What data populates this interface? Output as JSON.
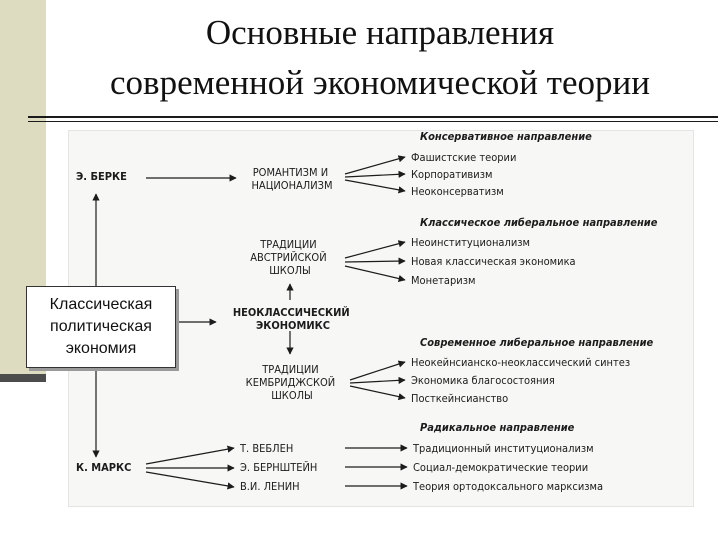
{
  "slide": {
    "title_lines": [
      "Основные направления",
      "современной экономической теории"
    ],
    "box_lines": [
      "Классическая",
      "политическая",
      "экономия"
    ]
  },
  "diagram": {
    "left_nodes": [
      "Э. БЕРКЕ",
      "К. МАРКС"
    ],
    "center_nodes": [
      [
        "РОМАНТИЗМ И",
        "НАЦИОНАЛИЗМ"
      ],
      [
        "ТРАДИЦИИ",
        "АВСТРИЙСКОЙ",
        "ШКОЛЫ"
      ],
      [
        "НЕОКЛАССИЧЕСКИЙ",
        "ЭКОНОМИКС"
      ],
      [
        "ТРАДИЦИИ",
        "КЕМБРИДЖСКОЙ",
        "ШКОЛЫ"
      ]
    ],
    "people": [
      "Т. ВЕБЛЕН",
      "Э. БЕРНШТЕЙН",
      "В.И. ЛЕНИН"
    ],
    "groups": [
      {
        "heading": "Консервативное направление",
        "items": [
          "Фашистские теории",
          "Корпоративизм",
          "Неоконсерватизм"
        ]
      },
      {
        "heading": "Классическое либеральное направление",
        "items": [
          "Неоинституционализм",
          "Новая классическая экономика",
          "Монетаризм"
        ]
      },
      {
        "heading": "Современное либеральное направление",
        "items": [
          "Неокейнсианско-неоклассический синтез",
          "Экономика благосостояния",
          "Посткейнсианство"
        ]
      },
      {
        "heading": "Радикальное направление",
        "items": [
          "Традиционный институционализм",
          "Социал-демократические теории",
          "Теория ортодоксального марксизма"
        ]
      }
    ]
  }
}
